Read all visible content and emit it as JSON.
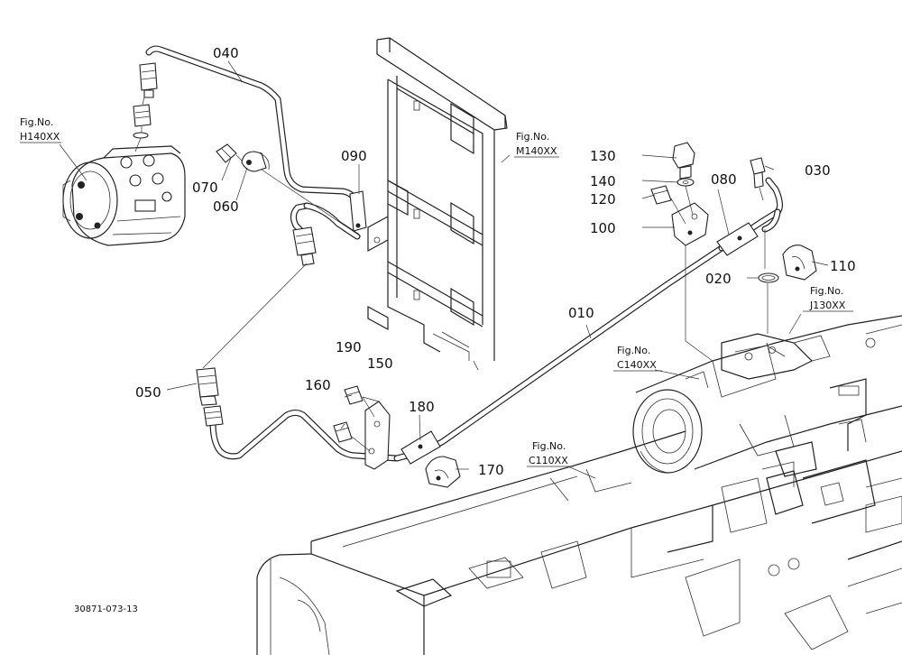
{
  "parts": {
    "p010": "010",
    "p020": "020",
    "p030": "030",
    "p040": "040",
    "p050": "050",
    "p060": "060",
    "p070": "070",
    "p080": "080",
    "p090": "090",
    "p100": "100",
    "p110": "110",
    "p120": "120",
    "p130": "130",
    "p140": "140",
    "p150": "150",
    "p160": "160",
    "p170": "170",
    "p180": "180",
    "p190": "190"
  },
  "figure_refs": {
    "h140": {
      "label": "Fig.No.",
      "code": "H140XX"
    },
    "m140": {
      "label": "Fig.No.",
      "code": "M140XX"
    },
    "j130": {
      "label": "Fig.No.",
      "code": "J130XX"
    },
    "c140": {
      "label": "Fig.No.",
      "code": "C140XX"
    },
    "c110": {
      "label": "Fig.No.",
      "code": "C110XX"
    }
  },
  "document_id": "30871-073-13"
}
